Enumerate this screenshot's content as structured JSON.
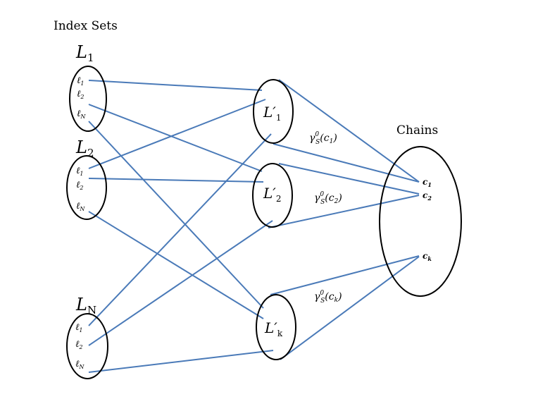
{
  "headers": {
    "index_sets": "Index Sets",
    "chains": "Chains"
  },
  "index_sets": [
    {
      "base": "L",
      "sub": "1",
      "elements": [
        {
          "b": "ℓ",
          "s": "1"
        },
        {
          "b": "ℓ",
          "s": "2"
        },
        {
          "b": "ℓ",
          "s": "N"
        }
      ]
    },
    {
      "base": "L",
      "sub": "2",
      "elements": [
        {
          "b": "ℓ",
          "s": "1"
        },
        {
          "b": "ℓ",
          "s": "2"
        },
        {
          "b": "ℓ",
          "s": "N"
        }
      ]
    },
    {
      "base": "L",
      "sub": "N",
      "elements": [
        {
          "b": "ℓ",
          "s": "1"
        },
        {
          "b": "ℓ",
          "s": "2"
        },
        {
          "b": "ℓ",
          "s": "N"
        }
      ]
    }
  ],
  "middle_sets": [
    {
      "base": "L′",
      "sub": "1"
    },
    {
      "base": "L′",
      "sub": "2"
    },
    {
      "base": "L′",
      "sub": "k"
    }
  ],
  "gamma_labels": [
    {
      "pre": "γ",
      "sup": "0",
      "sub": "S",
      "arg": "(c",
      "argsub": "1",
      "close": ")"
    },
    {
      "pre": "γ",
      "sup": "0",
      "sub": "S",
      "arg": "(c",
      "argsub": "2",
      "close": ")"
    },
    {
      "pre": "γ",
      "sup": "0",
      "sub": "S",
      "arg": "(c",
      "argsub": "k",
      "close": ")"
    }
  ],
  "chains": [
    {
      "b": "c",
      "s": "1"
    },
    {
      "b": "c",
      "s": "2"
    },
    {
      "b": "c",
      "s": "k"
    }
  ],
  "colors": {
    "edge": "#4a7ab8",
    "outline": "#000000"
  }
}
